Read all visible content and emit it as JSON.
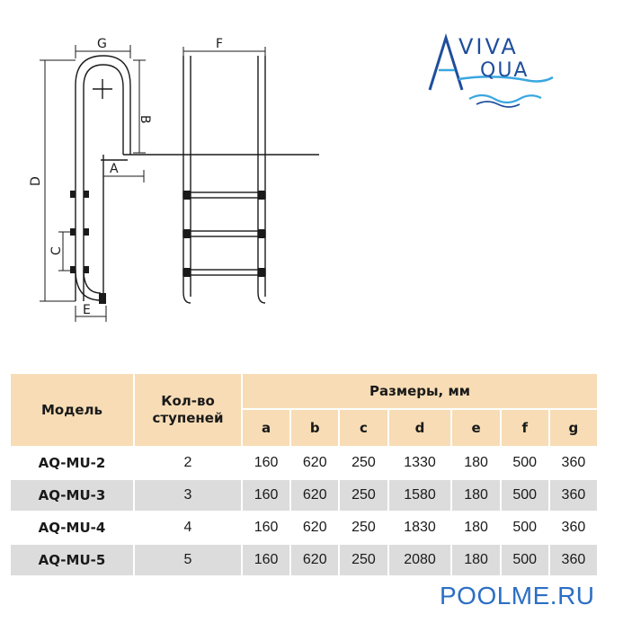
{
  "diagram": {
    "labels": {
      "g": "G",
      "f": "F",
      "b": "B",
      "a": "A",
      "d": "D",
      "c": "C",
      "e": "E"
    }
  },
  "logo": {
    "top_text": "AVIVA",
    "bottom_text": "QUA",
    "first_letter": "A",
    "colors": {
      "primary": "#1f4e9c",
      "accent": "#3aa7e0"
    }
  },
  "table": {
    "header": {
      "model": "Модель",
      "steps": "Кол-во ступеней",
      "dimensions": "Размеры, мм",
      "columns": [
        "a",
        "b",
        "c",
        "d",
        "e",
        "f",
        "g"
      ]
    },
    "rows": [
      {
        "model": "AQ-MU-2",
        "steps": "2",
        "values": [
          "160",
          "620",
          "250",
          "1330",
          "180",
          "500",
          "360"
        ]
      },
      {
        "model": "AQ-MU-3",
        "steps": "3",
        "values": [
          "160",
          "620",
          "250",
          "1580",
          "180",
          "500",
          "360"
        ]
      },
      {
        "model": "AQ-MU-4",
        "steps": "4",
        "values": [
          "160",
          "620",
          "250",
          "1830",
          "180",
          "500",
          "360"
        ]
      },
      {
        "model": "AQ-MU-5",
        "steps": "5",
        "values": [
          "160",
          "620",
          "250",
          "2080",
          "180",
          "500",
          "360"
        ]
      }
    ],
    "colors": {
      "header_bg": "#f7dcb5",
      "row_alt_bg": "#dcdcdc",
      "row_bg": "#ffffff"
    }
  },
  "footer": {
    "site": "POOLME.RU",
    "color": "#2b6fc4"
  }
}
